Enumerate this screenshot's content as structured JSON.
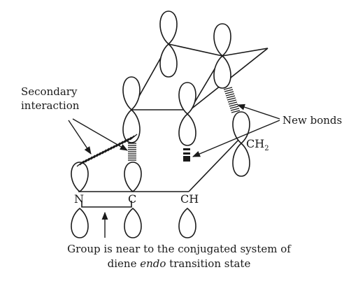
{
  "labels": {
    "secondary_interaction_line1": "Secondary",
    "secondary_interaction_line2": "interaction",
    "new_bonds": "New bonds",
    "atom_n": "N",
    "atom_c": "C",
    "atom_ch": "CH",
    "atom_ch2_main": "CH",
    "atom_ch2_sub": "2",
    "caption_line1": "Group is near to the conjugated system of",
    "caption_line2_pre": "diene ",
    "caption_line2_italic": "endo",
    "caption_line2_post": " transition state"
  },
  "colors": {
    "ink": "#1a1a1a",
    "background": "#ffffff"
  }
}
